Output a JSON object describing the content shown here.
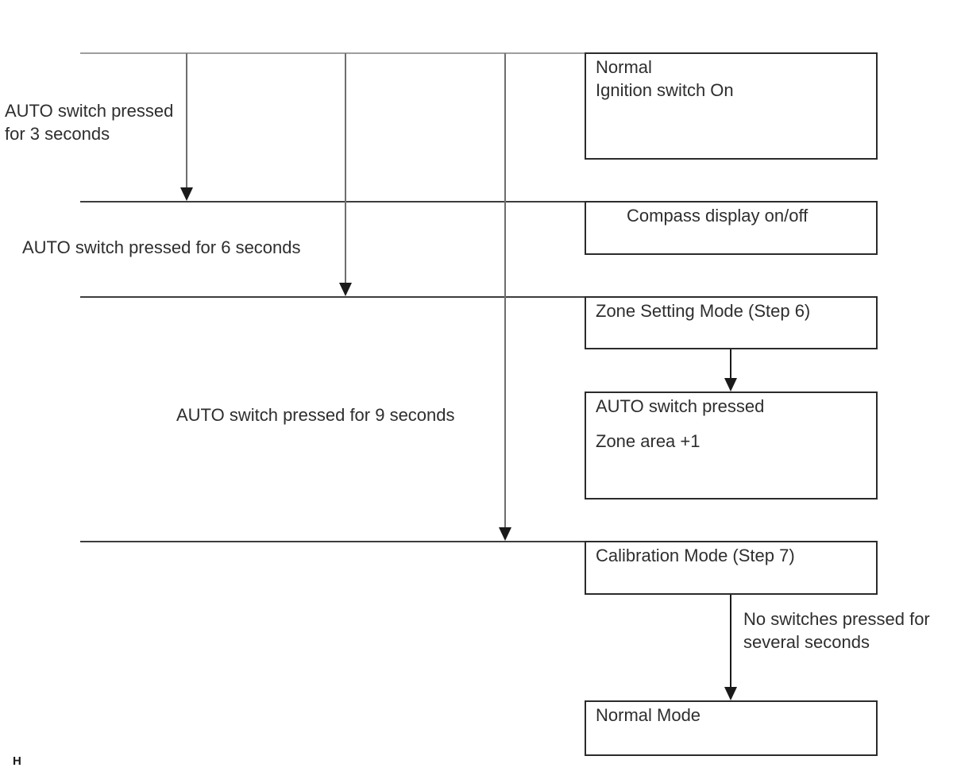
{
  "diagram": {
    "title": "AUTO switch mode transition flowchart",
    "colors": {
      "rail-top": "#9e9e9e",
      "rail-dark": "#3d3d3d",
      "connector": "#6e6e6e",
      "arrow": "#1a1a1a",
      "box-border": "#2b2b2b",
      "text": "#2e2e2e"
    },
    "nodes": [
      {
        "id": "normal",
        "lines": [
          "Normal",
          "Ignition switch On"
        ]
      },
      {
        "id": "compass-display",
        "lines": [
          "Compass display on/off"
        ]
      },
      {
        "id": "zone-setting-mode",
        "lines": [
          "Zone Setting Mode (Step 6)"
        ]
      },
      {
        "id": "auto-switch-pressed",
        "lines": [
          "AUTO switch pressed",
          "Zone area +1"
        ]
      },
      {
        "id": "calibration-mode",
        "lines": [
          "Calibration Mode (Step 7)"
        ]
      },
      {
        "id": "normal-mode",
        "lines": [
          "Normal Mode"
        ]
      }
    ],
    "edge_labels": [
      {
        "id": "pressed-3s",
        "lines": [
          "AUTO switch pressed",
          "for 3 seconds"
        ]
      },
      {
        "id": "pressed-6s",
        "lines": [
          "AUTO switch pressed for 6 seconds"
        ]
      },
      {
        "id": "pressed-9s",
        "lines": [
          "AUTO switch pressed for 9 seconds"
        ]
      },
      {
        "id": "no-switches-pressed",
        "lines": [
          "No switches pressed for",
          "several seconds"
        ]
      }
    ],
    "page_marker": "H"
  }
}
